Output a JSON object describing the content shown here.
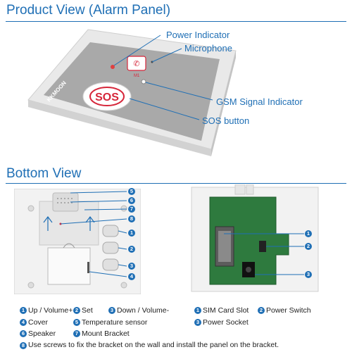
{
  "top_section": {
    "title": "Product View (Alarm Panel)",
    "callouts": [
      "Power Indicator",
      "Microphone",
      "GSM Signal Indicator",
      "SOS button"
    ],
    "device_brand": "KKMOON",
    "sos_text": "SOS",
    "m1_text": "M1"
  },
  "bottom_section": {
    "title": "Bottom View",
    "left_markers": [
      "5",
      "6",
      "7",
      "8",
      "1",
      "2",
      "3",
      "4"
    ],
    "right_markers": [
      "1",
      "2",
      "3"
    ],
    "legend_left": [
      {
        "num": "1",
        "text": "Up / Volume+"
      },
      {
        "num": "2",
        "text": "Set"
      },
      {
        "num": "3",
        "text": "Down / Volume-"
      },
      {
        "num": "4",
        "text": "Cover"
      },
      {
        "num": "5",
        "text": "Temperature sensor"
      },
      {
        "num": "6",
        "text": "Speaker"
      },
      {
        "num": "7",
        "text": "Mount Bracket"
      }
    ],
    "legend_right": [
      {
        "num": "1",
        "text": "SIM Card Slot"
      },
      {
        "num": "2",
        "text": "Power Switch"
      },
      {
        "num": "3",
        "text": "Power Socket"
      }
    ],
    "note": {
      "num": "8",
      "text": "Use screws to fix the bracket on the wall and install the panel on the bracket."
    }
  },
  "colors": {
    "accent": "#1f6fb5",
    "sos_red": "#d6263a"
  }
}
